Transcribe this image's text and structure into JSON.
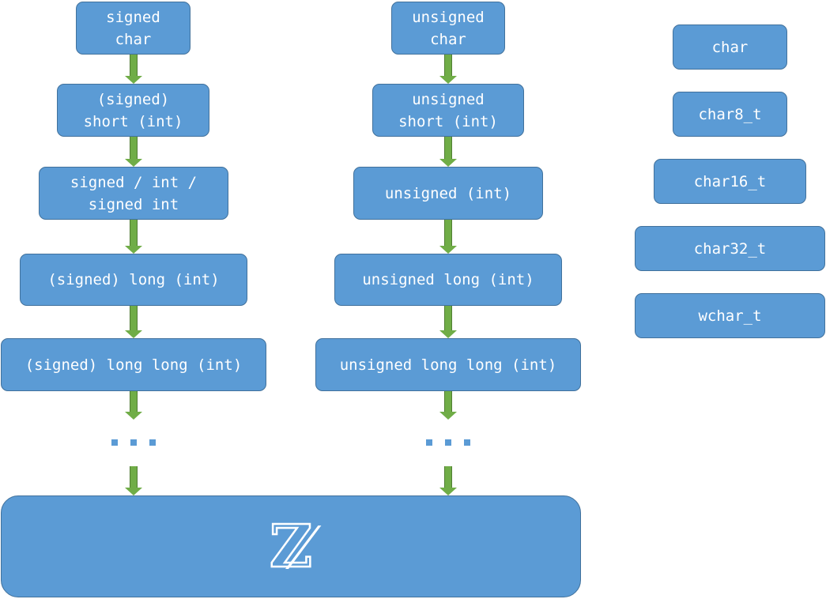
{
  "signed_column": {
    "nodes": [
      "signed\nchar",
      "(signed)\nshort (int)",
      "signed / int /\nsigned int",
      "(signed) long (int)",
      "(signed) long long (int)"
    ]
  },
  "unsigned_column": {
    "nodes": [
      "unsigned\nchar",
      "unsigned\nshort (int)",
      "unsigned (int)",
      "unsigned long (int)",
      "unsigned long long (int)"
    ]
  },
  "char_types": [
    "char",
    "char8_t",
    "char16_t",
    "char32_t",
    "wchar_t"
  ],
  "integers_symbol": "Z",
  "colors": {
    "node_fill": "#5b9bd5",
    "node_border": "#41719c",
    "arrow_fill": "#70ad47",
    "text": "#ffffff"
  },
  "icons": {
    "arrow": "green-down-arrow",
    "ellipsis": "three-blue-dots"
  }
}
